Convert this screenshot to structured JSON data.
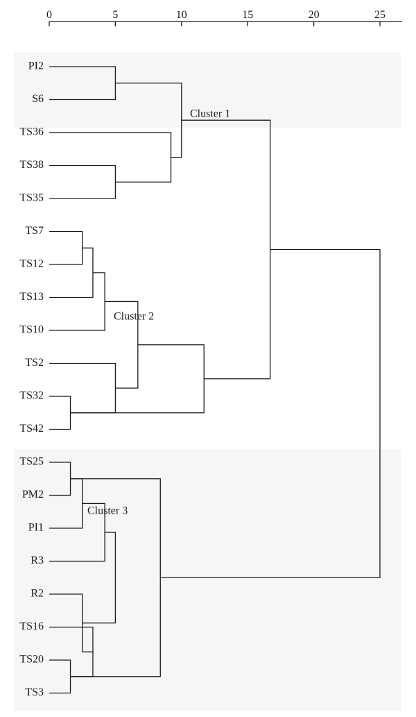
{
  "chart_data": {
    "type": "dendrogram",
    "axis": {
      "ticks": [
        0,
        5,
        10,
        15,
        20,
        25
      ],
      "tick_labels": [
        "0",
        "5",
        "10",
        "15",
        "20",
        "25"
      ],
      "range": [
        0,
        26.5
      ]
    },
    "leaves": [
      "PI2",
      "S6",
      "TS36",
      "TS38",
      "TS35",
      "TS7",
      "TS12",
      "TS13",
      "TS10",
      "TS2",
      "TS32",
      "TS42",
      "TS25",
      "PM2",
      "PI1",
      "R3",
      "R2",
      "TS16",
      "TS20",
      "TS3"
    ],
    "merges": [
      {
        "a": 0,
        "b": 1,
        "distance": 5.0
      },
      {
        "a": 3,
        "b": 4,
        "distance": 5.0
      },
      {
        "a": 2,
        "b": 21,
        "distance": 9.2
      },
      {
        "a": 20,
        "b": 22,
        "distance": 10.0
      },
      {
        "a": 5,
        "b": 6,
        "distance": 2.5
      },
      {
        "a": 24,
        "b": 7,
        "distance": 3.3
      },
      {
        "a": 25,
        "b": 8,
        "distance": 4.2
      },
      {
        "a": 10,
        "b": 11,
        "distance": 1.6
      },
      {
        "a": 9,
        "b": 27,
        "distance": 5.0
      },
      {
        "a": 26,
        "b": 28,
        "distance": 6.7
      },
      {
        "a": 29,
        "b": 27,
        "distance": 11.7
      },
      {
        "a": 12,
        "b": 13,
        "distance": 1.6
      },
      {
        "a": 31,
        "b": 14,
        "distance": 2.5
      },
      {
        "a": 32,
        "b": 15,
        "distance": 4.2
      },
      {
        "a": 18,
        "b": 19,
        "distance": 1.6
      },
      {
        "a": 17,
        "b": 34,
        "distance": 3.3
      },
      {
        "a": 16,
        "b": 35,
        "distance": 2.5
      },
      {
        "a": 33,
        "b": 36,
        "distance": 5.0
      },
      {
        "a": 31,
        "b": 34,
        "distance": 8.4
      },
      {
        "a": 23,
        "b": 30,
        "distance": 16.7
      },
      {
        "a": 39,
        "b": 38,
        "distance": 25.0
      }
    ],
    "clusters": [
      {
        "label": "Cluster 1",
        "leaves": [
          "PI2",
          "S6",
          "TS36",
          "TS38",
          "TS35"
        ]
      },
      {
        "label": "Cluster 2",
        "leaves": [
          "TS7",
          "TS12",
          "TS13",
          "TS10",
          "TS2",
          "TS32",
          "TS42"
        ]
      },
      {
        "label": "Cluster 3",
        "leaves": [
          "TS25",
          "PM2",
          "PI1",
          "R3",
          "R2",
          "TS16",
          "TS20",
          "TS3"
        ]
      }
    ]
  }
}
